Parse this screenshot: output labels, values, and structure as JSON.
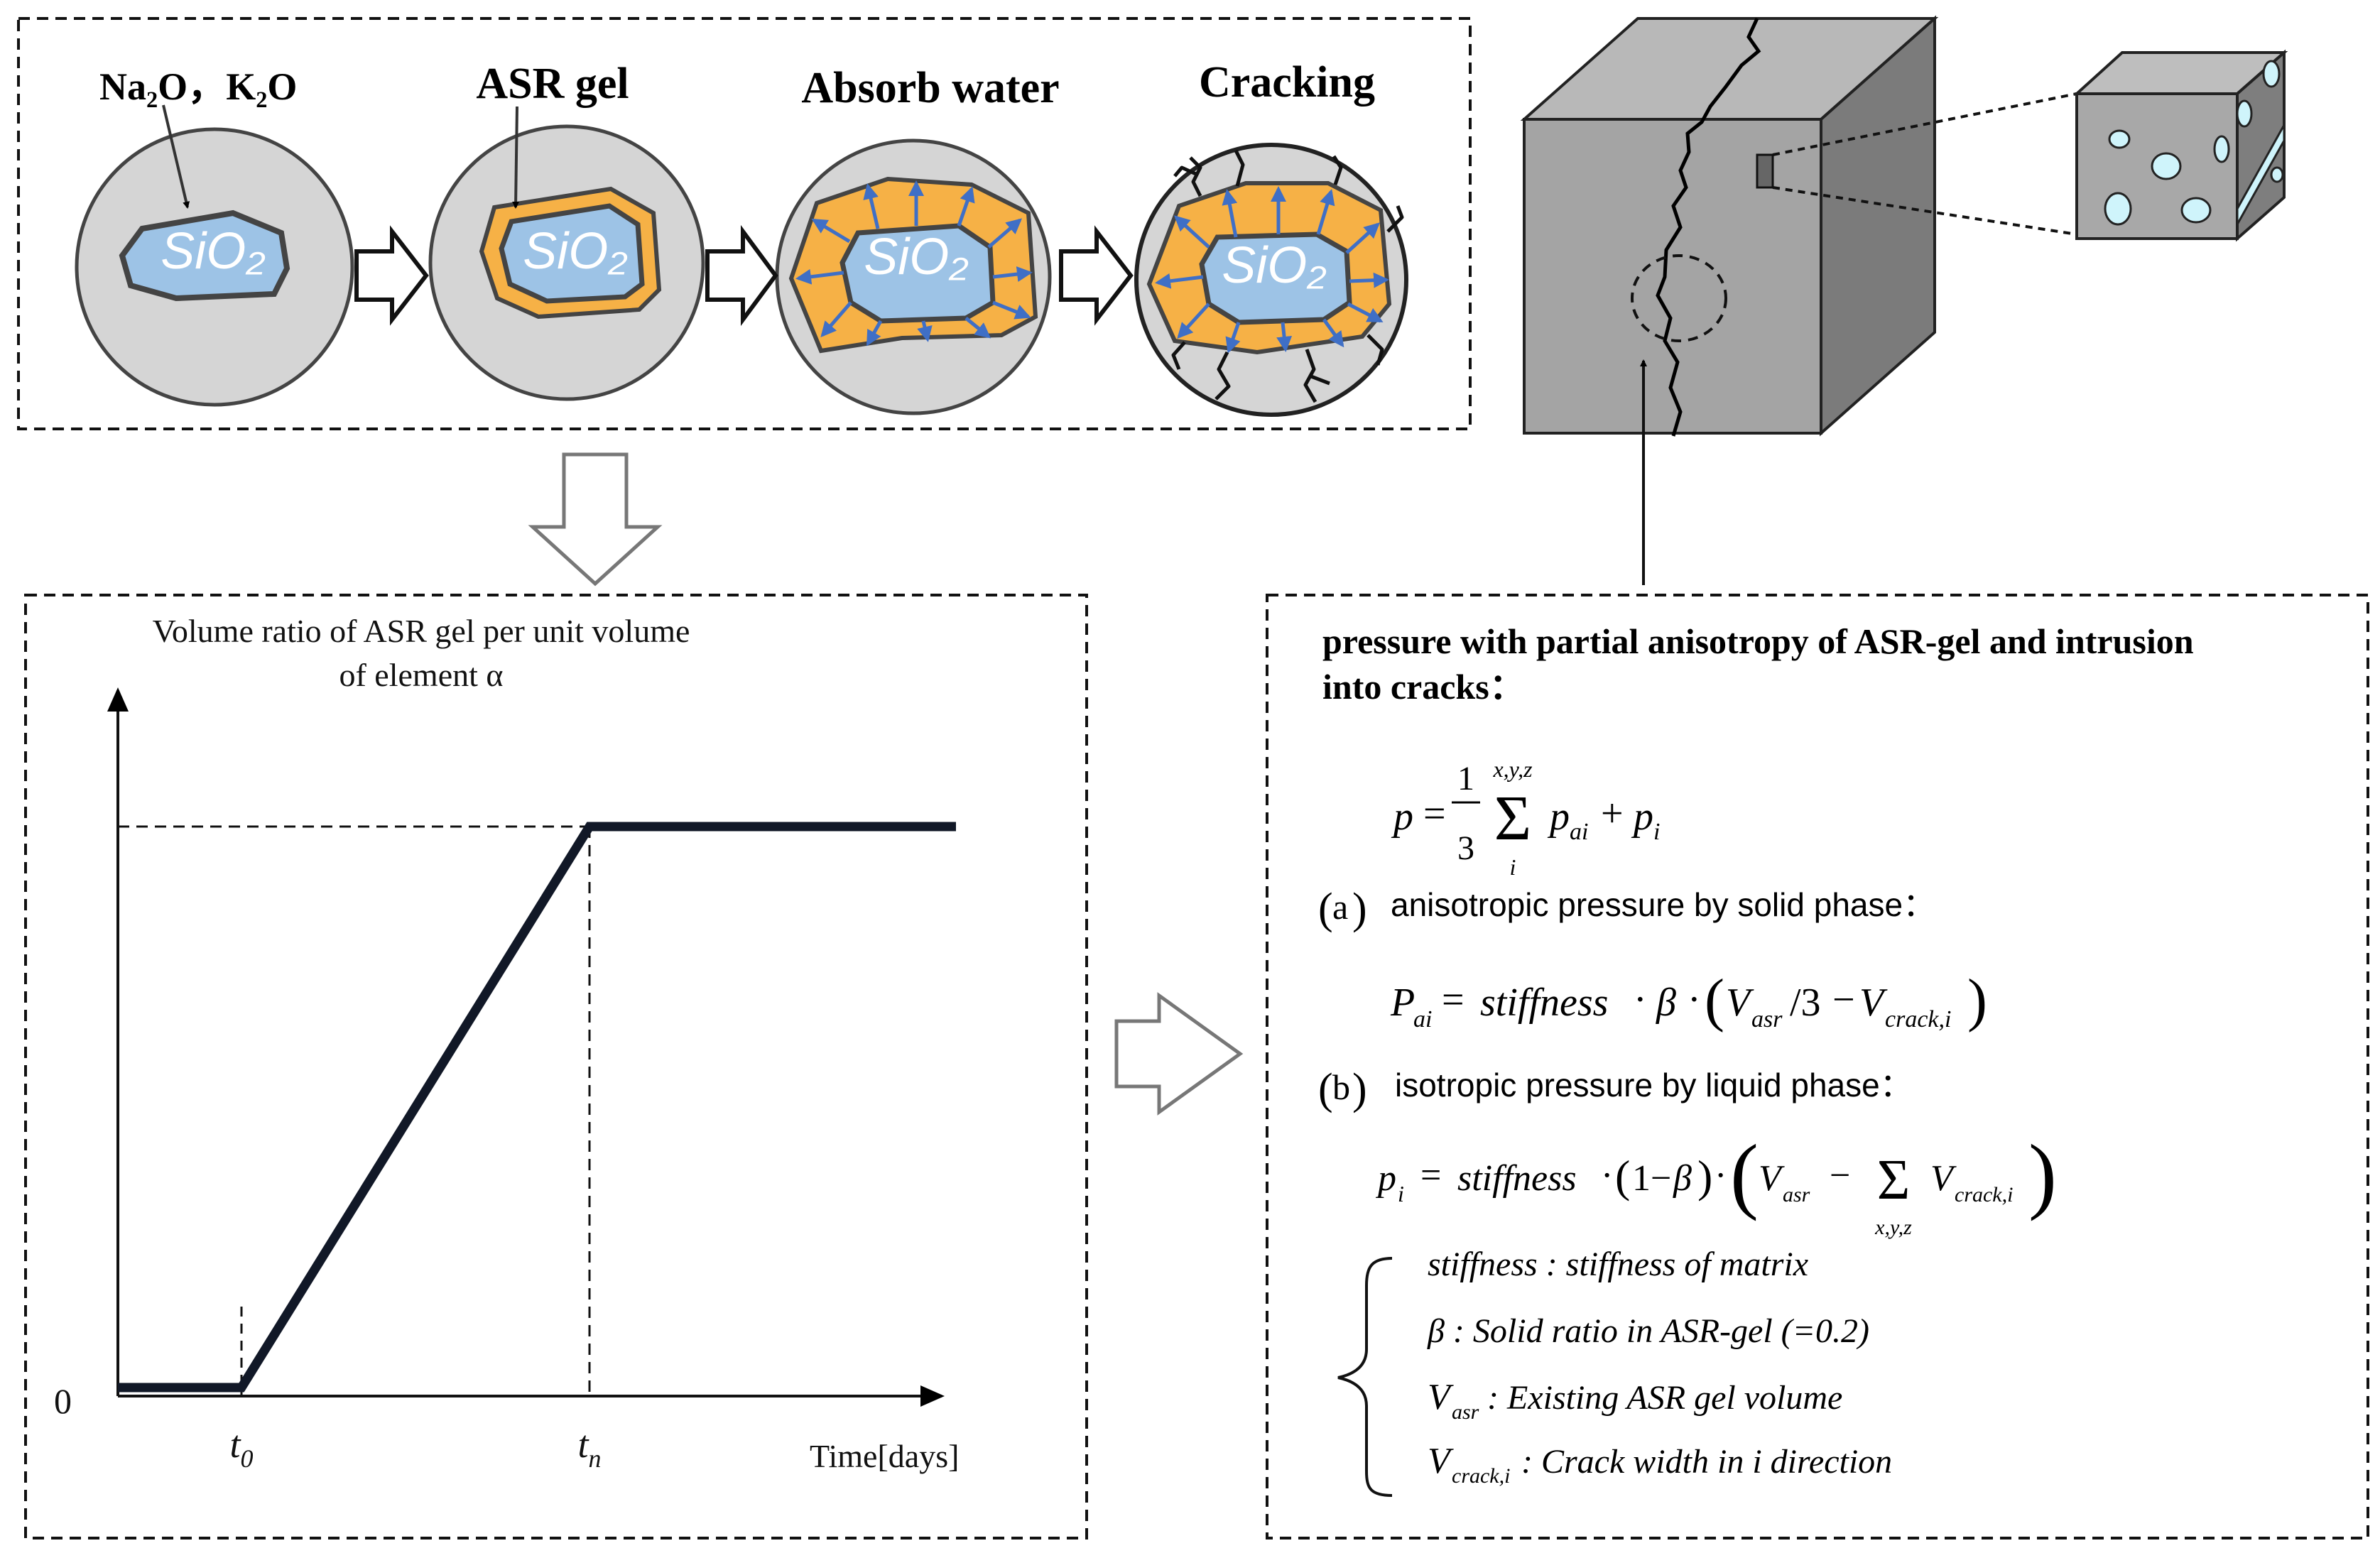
{
  "stages": {
    "alkali_label": "Na₂O，K₂O",
    "gel_label": "ASR gel",
    "absorb_label": "Absorb water",
    "cracking_label": "Cracking",
    "particle_label": "SiO₂"
  },
  "graph": {
    "title_line1": "Volume ratio of ASR gel per unit volume",
    "title_line2": "of element α",
    "origin_label": "0",
    "t0_label": "t",
    "t0_sub": "0",
    "tn_label": "t",
    "tn_sub": "n",
    "x_axis_label": "Time[days]"
  },
  "chart_data": {
    "type": "line",
    "title": "Volume ratio of ASR gel per unit volume of element α",
    "xlabel": "Time[days]",
    "ylabel": "",
    "x_ticks": [
      "0",
      "t0",
      "tn"
    ],
    "series": [
      {
        "points": [
          [
            "0",
            0
          ],
          [
            "t0",
            0
          ],
          [
            "tn",
            1
          ],
          [
            "end",
            1
          ]
        ]
      }
    ]
  },
  "formula_panel": {
    "heading_line1": "pressure with partial anisotropy of ASR-gel and intrusion",
    "heading_line2": "into cracks：",
    "item_a_tag": "a",
    "item_a_text": "anisotropic pressure by solid phase：",
    "item_b_tag": "b",
    "item_b_text": "isotropic pressure by liquid phase：",
    "def_stiffness": "stiffness : stiffness of matrix",
    "def_beta": "β : Solid ratio in ASR-gel (=0.2)",
    "def_vasr_rest": " : Existing  ASR gel volume",
    "def_vcrack_rest": " : Crack width in i direction"
  }
}
